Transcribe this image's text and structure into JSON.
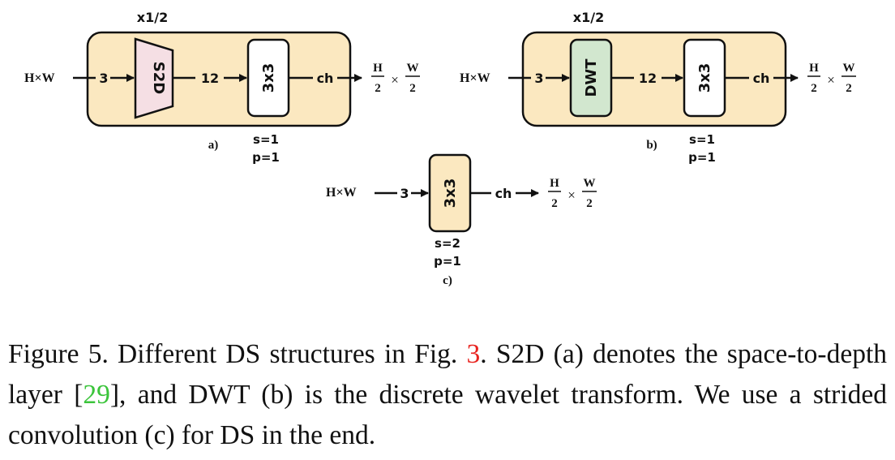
{
  "diagram": {
    "a": {
      "scale": "x1/2",
      "input": "H×W",
      "ch_in": "3",
      "op": "S2D",
      "ch_mid": "12",
      "conv": "3x3",
      "ch_out": "ch",
      "out_h": "H",
      "out_w": "W",
      "out_den": "2",
      "times": "×",
      "stride": "s=1",
      "pad": "p=1",
      "label": "a)"
    },
    "b": {
      "scale": "x1/2",
      "input": "H×W",
      "ch_in": "3",
      "op": "DWT",
      "ch_mid": "12",
      "conv": "3x3",
      "ch_out": "ch",
      "out_h": "H",
      "out_w": "W",
      "out_den": "2",
      "times": "×",
      "stride": "s=1",
      "pad": "p=1",
      "label": "b)"
    },
    "c": {
      "input": "H×W",
      "ch_in": "3",
      "conv": "3x3",
      "ch_out": "ch",
      "out_h": "H",
      "out_w": "W",
      "out_den": "2",
      "times": "×",
      "stride": "s=2",
      "pad": "p=1",
      "label": "c)"
    },
    "colors": {
      "panel_fill": "#fbe8c0",
      "s2d_fill": "#f5dfe4",
      "dwt_fill": "#d2e7cf",
      "conv_fill": "#ffffff",
      "stroke": "#111111"
    }
  },
  "caption": {
    "prefix": "Figure 5.  Different DS structures in Fig. ",
    "fig_ref": "3",
    "mid1": ".  S2D (a) denotes the space-to-depth layer [",
    "cite_ref": "29",
    "mid2": "], and DWT (b) is the discrete wavelet transform. We use a strided convolution (c) for DS in the end."
  }
}
